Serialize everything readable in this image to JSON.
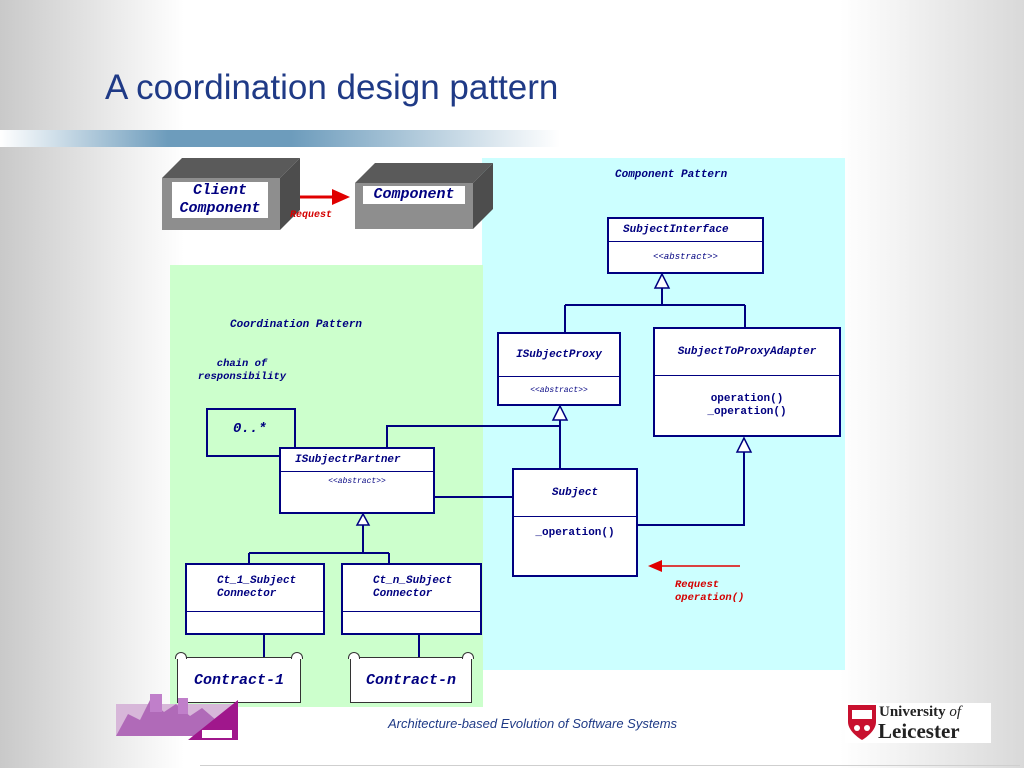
{
  "slide": {
    "title": "A coordination design pattern",
    "footer": "Architecture-based Evolution of Software Systems"
  },
  "top": {
    "client_component": "Client\nComponent",
    "component": "Component",
    "request": "Request"
  },
  "component_pattern": {
    "title": "Component Pattern",
    "subject_interface": {
      "name": "SubjectInterface",
      "stereotype": "<<abstract>>"
    },
    "isubject_proxy": {
      "name": "ISubjectProxy",
      "stereotype": "<<abstract>>"
    },
    "subject_to_proxy_adapter": {
      "name": "SubjectToProxyAdapter",
      "ops": "operation()\n_operation()"
    },
    "subject": {
      "name": "Subject",
      "ops": "_operation()"
    },
    "request_operation": "Request\noperation()"
  },
  "coordination_pattern": {
    "title": "Coordination Pattern",
    "chain": "chain of\nresponsibility",
    "multiplicity": "0..*",
    "partner": {
      "name": "ISubjectrPartner",
      "stereotype": "<<abstract>>"
    },
    "ct1": {
      "name": "Ct_1_Subject\nConnector"
    },
    "ctn": {
      "name": "Ct_n_Subject\nConnector"
    },
    "contract1": "Contract-1",
    "contractn": "Contract-n"
  },
  "logos": {
    "university_line1": "University",
    "university_of": "of",
    "university_line2": "Leicester"
  },
  "colors": {
    "title": "#1f3a86",
    "navy": "#000080",
    "red": "#d40000",
    "cyan_panel": "#ccffff",
    "green_panel": "#ccffcc"
  }
}
